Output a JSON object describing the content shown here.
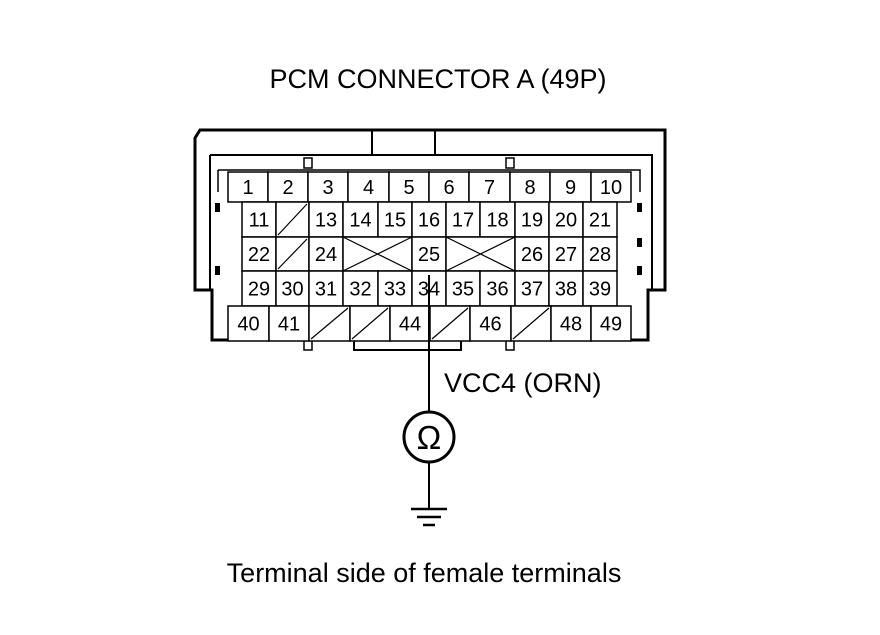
{
  "title": "PCM CONNECTOR A (49P)",
  "wire_label": "VCC4 (ORN)",
  "meter_symbol": "Ω",
  "caption": "Terminal side of female terminals",
  "probe_terminal": "34",
  "icons": {
    "meter": "ohmmeter-icon",
    "ground": "ground-icon"
  },
  "terminals": {
    "row1": [
      "1",
      "2",
      "3",
      "4",
      "5",
      "6",
      "7",
      "8",
      "9",
      "10"
    ],
    "row2": [
      "11",
      "",
      "13",
      "14",
      "15",
      "16",
      "17",
      "18",
      "19",
      "20",
      "21"
    ],
    "row3": [
      "22",
      "",
      "24",
      "",
      "25",
      "",
      "26",
      "27",
      "28"
    ],
    "row4": [
      "29",
      "30",
      "31",
      "32",
      "33",
      "34",
      "35",
      "36",
      "37",
      "38",
      "39"
    ],
    "row5": [
      "40",
      "41",
      "",
      "",
      "44",
      "",
      "46",
      "",
      "48",
      "49"
    ]
  }
}
